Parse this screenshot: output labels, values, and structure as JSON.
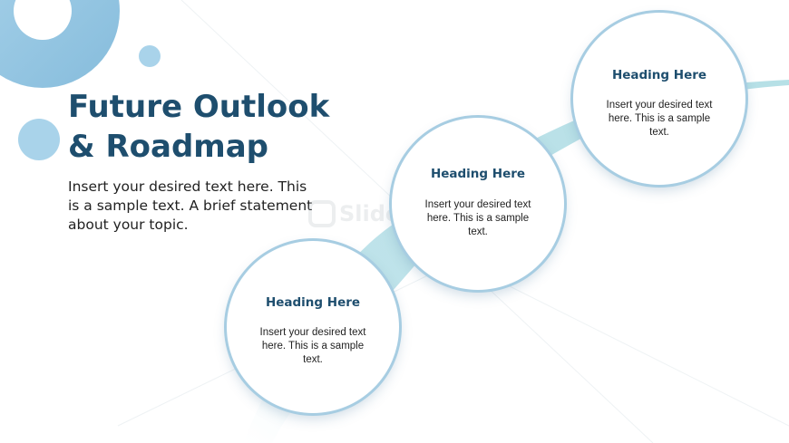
{
  "slide": {
    "title_line1": "Future Outlook",
    "title_line2": "& Roadmap",
    "description": "Insert your desired text here. This is a sample text. A brief statement about your topic.",
    "watermark": "SlideModel"
  },
  "steps": [
    {
      "heading": "Heading Here",
      "body": "Insert your desired text here. This is a sample text."
    },
    {
      "heading": "Heading Here",
      "body": "Insert your desired text here. This is a sample text."
    },
    {
      "heading": "Heading Here",
      "body": "Insert your desired text here. This is a sample text."
    }
  ],
  "colors": {
    "title": "#1e4e6e",
    "accent_light": "#a7cde2",
    "path": "#bfe3ea",
    "bubble": "#8fc3e0"
  }
}
